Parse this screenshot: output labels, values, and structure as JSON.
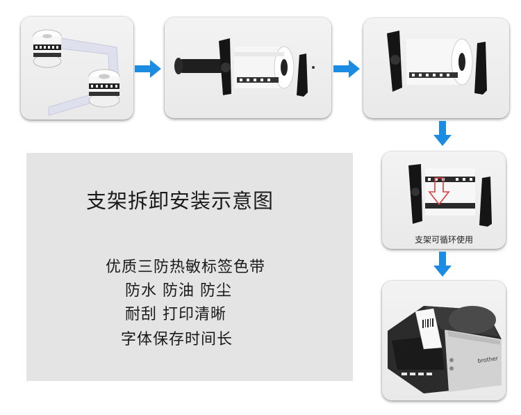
{
  "panel": {
    "title": "支架拆卸安装示意图",
    "features": [
      "优质三防热敏标签色带",
      "防水 防油 防尘",
      "耐刮 打印清晰",
      "字体保存时间长"
    ]
  },
  "steps": {
    "step4_caption": "支架可循环使用"
  },
  "printer": {
    "brand_label": "brother"
  },
  "colors": {
    "arrow": "#1c8ce3",
    "card_bg": "#eeeeee",
    "panel_bg": "#e4e4e4"
  }
}
